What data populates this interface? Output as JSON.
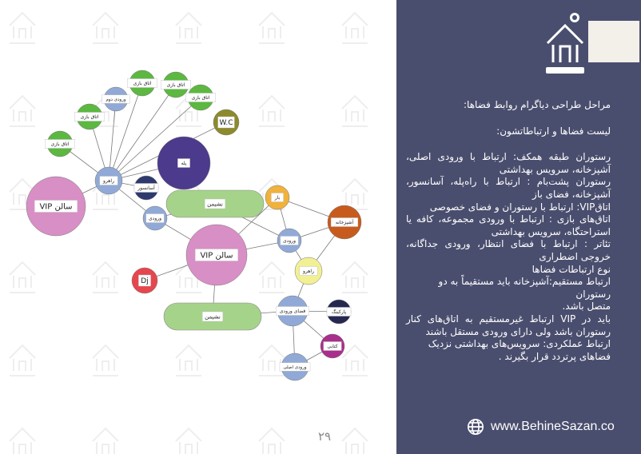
{
  "page_number": "۲۹",
  "diagram": {
    "nodes": {
      "game_room_1": "اتاق بازی",
      "game_room_2": "اتاق بازی",
      "game_room_3": "اتاق بازی",
      "game_room_4": "اتاق بازی",
      "game_room_5": "اتاق بازی",
      "entrance_top": "ورودی دوم",
      "wc": "W.C",
      "stair": "پله",
      "elevator": "آسانسور",
      "corridor_left": "راهرو",
      "vip_hall_left": "سالن VIP",
      "vip_hall_center": "سالن VIP",
      "entrance_left": "ورودی",
      "seating_top": "نشیمن",
      "seating_bottom": "نشیمن",
      "bar": "بار",
      "kitchen": "آشپزخانه",
      "entrance_right": "ورودی",
      "corridor_right": "راهرو",
      "dj": "Dj",
      "parking": "پارکینگ",
      "waiting_hall": "فضای ورودی",
      "cashier": "کتابی",
      "main_entrance": "ورودی اصلی"
    }
  },
  "panel": {
    "heading": "مراحل طراحی دیاگرام روابط فضاها:",
    "subheading": "لیست فضاها و ارتباطاتشون:",
    "p1": "رستوران طبقه همکف:  ارتباط با ورودی اصلی، آشپزخانه، سرویس بهداشتی",
    "p2": "رستوران پشت‌بام  :  ارتباط با راه‌پله، آسانسور، آشپزخانه، فضای باز",
    "p3": "اتاقVIP: ارتباط با رستوران و فضای خصوصی",
    "p4": "اتاق‌های بازی : ارتباط با ورودی مجموعه، کافه یا استراحتگاه، سرویس بهداشتی",
    "p5": "تئاتر : ارتباط با فضای انتظار، ورودی جداگانه، خروجی اضطراری",
    "p6": "نوع ارتباطات فضاها",
    "p7": "ارتباط مستقیم:آشپزخانه باید مستقیماً به دو رستوران",
    "p8": "متصل باشد.",
    "p9": "باید در VIP ارتباط غیرمستقیم به اتاق‌های کنار رستوران باشد ولی دارای ورودی مستقل باشند",
    "p10": "ارتباط عملکردی: سرویس‌های بهداشتی نزدیک فضاهای پرتردد قرار بگیرند .",
    "website": "www.BehineSazan.co"
  },
  "colors": {
    "panel_bg": "#4a4e6e",
    "green": "#5cb840",
    "light_blue": "#91a9d6",
    "pink": "#d88fc5",
    "purple": "#4c3a8c",
    "navy": "#2e3a6e",
    "olive": "#8c8a2c",
    "light_green": "#a6d38a",
    "orange": "#c75b1e",
    "amber": "#f0b23c",
    "yellow": "#f2f094",
    "red": "#e6464e",
    "dark_navy": "#262850",
    "magenta": "#a8308c"
  }
}
